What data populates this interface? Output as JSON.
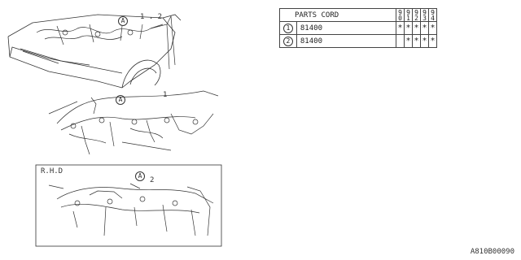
{
  "callouts": {
    "top_a": "A",
    "top_refs": "1 . 2",
    "mid_a": "A",
    "mid_ref": "1",
    "bottom_a": "A",
    "bottom_ref": "2",
    "rhd": "R.H.D"
  },
  "parts_table": {
    "header": "PARTS CORD",
    "years": [
      {
        "top": "9",
        "bottom": "0"
      },
      {
        "top": "9",
        "bottom": "1"
      },
      {
        "top": "9",
        "bottom": "2"
      },
      {
        "top": "9",
        "bottom": "3"
      },
      {
        "top": "9",
        "bottom": "4"
      }
    ],
    "rows": [
      {
        "num": "1",
        "code": "81400",
        "marks": [
          "*",
          "*",
          "*",
          "*",
          "*"
        ]
      },
      {
        "num": "2",
        "code": "81400",
        "marks": [
          "",
          "*",
          "*",
          "*",
          "*"
        ]
      }
    ]
  },
  "reference_code": "A810B00090"
}
